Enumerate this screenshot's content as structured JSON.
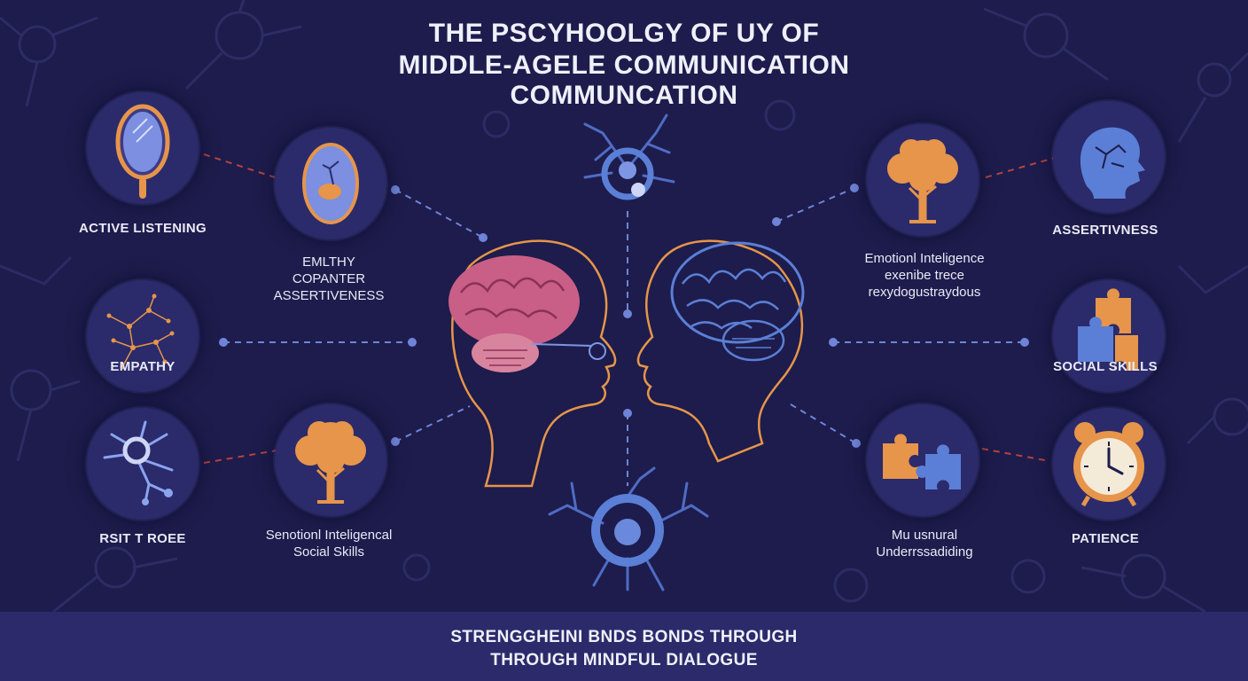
{
  "title": {
    "line1": "THE PSCYHOOLGY OF UY OF",
    "line2": "MIDDLE-AGELE COMMUNICATION",
    "line3": "COMMUNCATION"
  },
  "left_nodes": [
    {
      "icon": "mirror-icon",
      "lines": [
        "ACTIVE LISTENING"
      ]
    },
    {
      "icon": "neural-network-icon",
      "lines": [
        "EMPATHY"
      ]
    },
    {
      "icon": "neuron-icon",
      "lines": [
        "RSIT T ROEE"
      ]
    }
  ],
  "left_inner_nodes": [
    {
      "icon": "mirror-seed-icon",
      "lines": [
        "EMLTHY",
        "COPANTER",
        "ASSERTIVENESS"
      ]
    },
    {
      "icon": "tree-icon",
      "lines": [
        "Senotionl Inteligencal",
        "Social Skills"
      ]
    }
  ],
  "right_inner_nodes": [
    {
      "icon": "tree-icon",
      "lines": [
        "Emotionl Inteligence",
        "exenibe trece",
        "rexydogustraydous"
      ]
    },
    {
      "icon": "puzzle-icon",
      "lines": [
        "Mu usnural",
        "Underrssadiding"
      ]
    }
  ],
  "right_nodes": [
    {
      "icon": "head-profile-icon",
      "lines": [
        "ASSERTIVNESS"
      ]
    },
    {
      "icon": "puzzle-icon",
      "lines": [
        "SOCIAL SKILLS"
      ]
    },
    {
      "icon": "alarm-clock-icon",
      "lines": [
        "PATIENCE"
      ]
    }
  ],
  "footer": {
    "line1": "STRENGGHEINI BNDS BONDS THROUGH",
    "line2": "THROUGH MINDFUL DIALOGUE"
  },
  "colors": {
    "background": "#1d1c4c",
    "node_fill": "#2b2a6b",
    "accent_orange": "#e6954a",
    "accent_blue": "#5b7fd6",
    "brain_pink": "#d46a8e",
    "connector_red": "#b8433f",
    "connector_blue": "#6f84d8"
  }
}
